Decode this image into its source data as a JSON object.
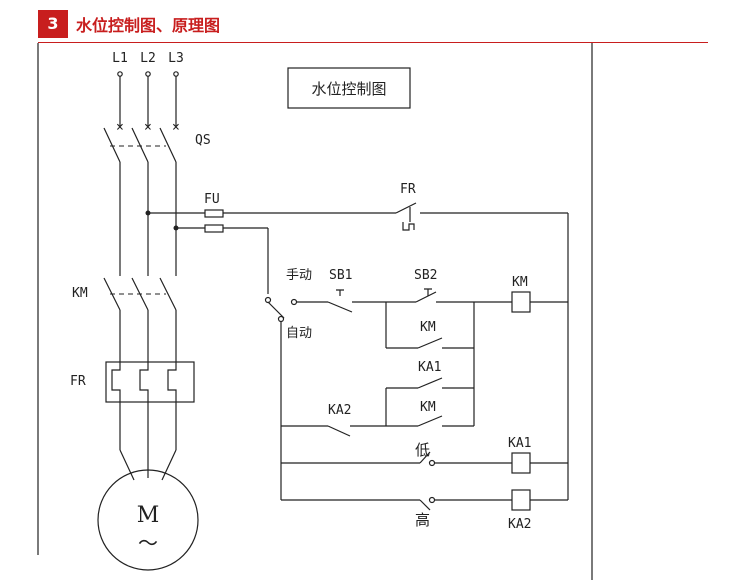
{
  "header": {
    "number": "3",
    "title": "水位控制图、原理图"
  },
  "diagram": {
    "title": "水位控制图",
    "phases": [
      "L1",
      "L2",
      "L3"
    ],
    "labels": {
      "qs": "QS",
      "fu": "FU",
      "fr_top": "FR",
      "km_main": "KM",
      "fr_main": "FR",
      "motor": "M",
      "motor_ac": "～",
      "manual": "手动",
      "auto": "自动",
      "sb1": "SB1",
      "sb2": "SB2",
      "km_coil": "KM",
      "km_hold": "KM",
      "ka1_contact": "KA1",
      "km_contact2": "KM",
      "ka2_contact": "KA2",
      "low": "低",
      "high": "高",
      "ka1_coil": "KA1",
      "ka2_coil": "KA2"
    }
  }
}
